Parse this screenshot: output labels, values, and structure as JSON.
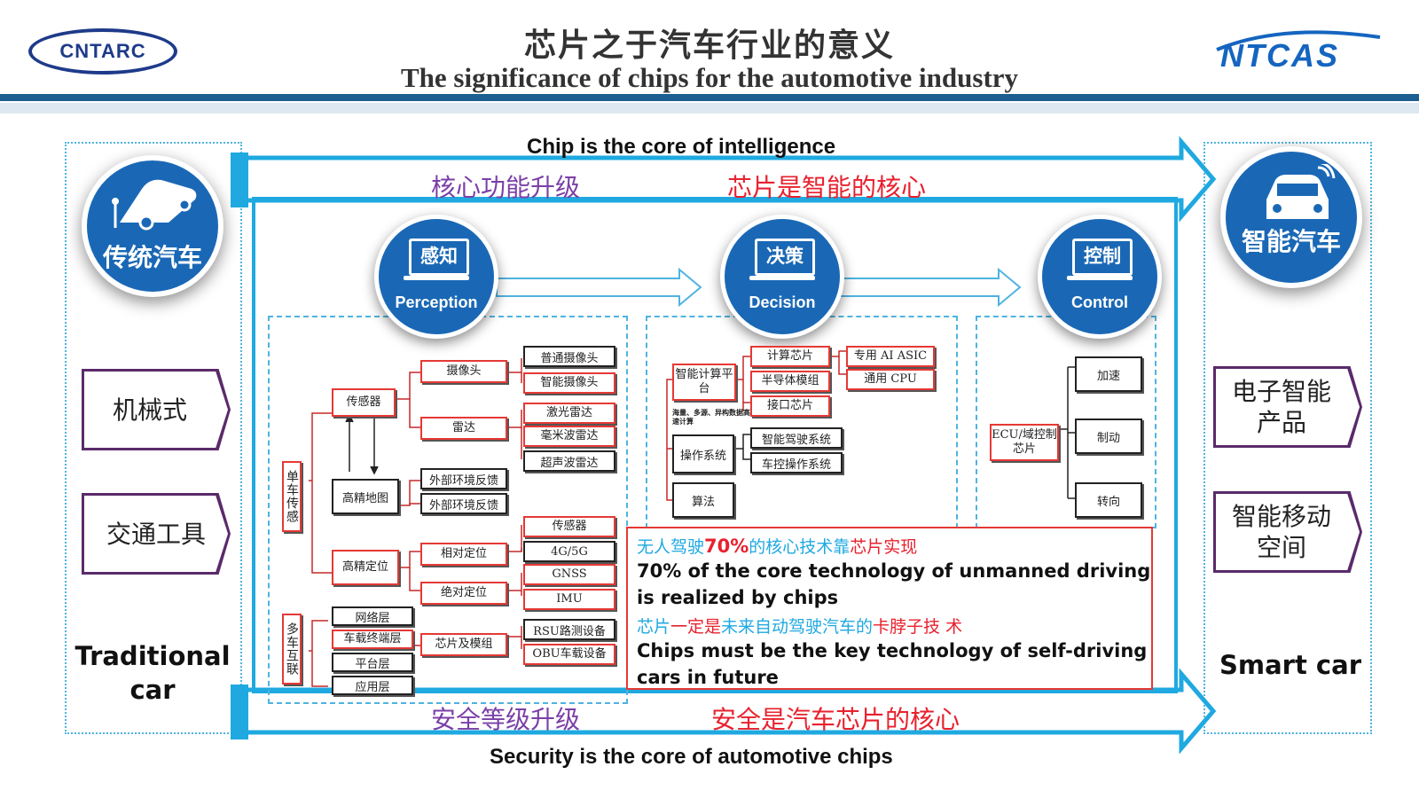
{
  "header": {
    "title_cn": "芯片之于汽车行业的意义",
    "title_en": "The significance of chips for the automotive industry",
    "logo_left": "CNTARC",
    "logo_right": "NTCAS"
  },
  "left": {
    "circle_label": "传统汽车",
    "items": [
      "机械式",
      "交通工具"
    ],
    "caption_line1": "Traditional",
    "caption_line2": "car"
  },
  "right": {
    "circle_label": "智能汽车",
    "items": [
      [
        "电子智能",
        "产品"
      ],
      [
        "智能移动",
        "空间"
      ]
    ],
    "caption": "Smart car"
  },
  "top_arrow": {
    "en": "Chip is the core of intelligence",
    "cn_left": "核心功能升级",
    "cn_right": "芯片是智能的核心"
  },
  "bottom_arrow": {
    "en": "Security is the core of automotive chips",
    "cn_left": "安全等级升级",
    "cn_right": "安全是汽车芯片的核心"
  },
  "stages": [
    {
      "cn": "感知",
      "en": "Perception"
    },
    {
      "cn": "决策",
      "en": "Decision"
    },
    {
      "cn": "控制",
      "en": "Control"
    }
  ],
  "perception": {
    "single_car": "单车传感",
    "multi_car": "多车互联",
    "sensor": "传感器",
    "hd_map": "高精地图",
    "hd_pos": "高精定位",
    "camera": "摄像头",
    "radar": "雷达",
    "env1": "外部环境反馈",
    "env2": "外部环境反馈",
    "rel_pos": "相对定位",
    "abs_pos": "绝对定位",
    "cam_types": [
      "普通摄像头",
      "智能摄像头"
    ],
    "radar_types": [
      "激光雷达",
      "毫米波雷达",
      "超声波雷达"
    ],
    "rel_types": [
      "传感器",
      "4G/5G"
    ],
    "abs_types": [
      "GNSS",
      "IMU"
    ],
    "layers": [
      "网络层",
      "车载终端层",
      "平台层",
      "应用层"
    ],
    "chip_module": "芯片及模组",
    "devices": [
      "RSU路测设备",
      "OBU车载设备"
    ]
  },
  "decision": {
    "platform": "智能计算平台",
    "platform_note": "海量、多源、异构数据高速计算",
    "os": "操作系统",
    "algo": "算法",
    "chips": [
      "计算芯片",
      "半导体模组",
      "接口芯片"
    ],
    "chip_types": [
      "专用 AI ASIC",
      "通用 CPU"
    ],
    "os_types": [
      "智能驾驶系统",
      "车控操作系统"
    ]
  },
  "control": {
    "ecu": "ECU/域控制芯片",
    "actions": [
      "加速",
      "制动",
      "转向"
    ]
  },
  "note": {
    "cn1_a": "无人驾驶",
    "cn1_b": "70%",
    "cn1_c": "的核心技术靠",
    "cn1_d": "芯片实现",
    "en1_l1": "70% of the core technology of unmanned driving",
    "en1_l2": "is realized by chips",
    "cn2_a": "芯片",
    "cn2_b": "一定是",
    "cn2_c": "未来自动驾驶汽车的",
    "cn2_d": "卡脖子技 术",
    "en2_l1": "Chips must be the key technology of self-driving",
    "en2_l2": "cars in future"
  },
  "colors": {
    "brand_blue": "#1a68b5",
    "arrow_blue": "#1fa9e0",
    "accent_red": "#e8212e",
    "accent_purple": "#7b3fa8"
  }
}
